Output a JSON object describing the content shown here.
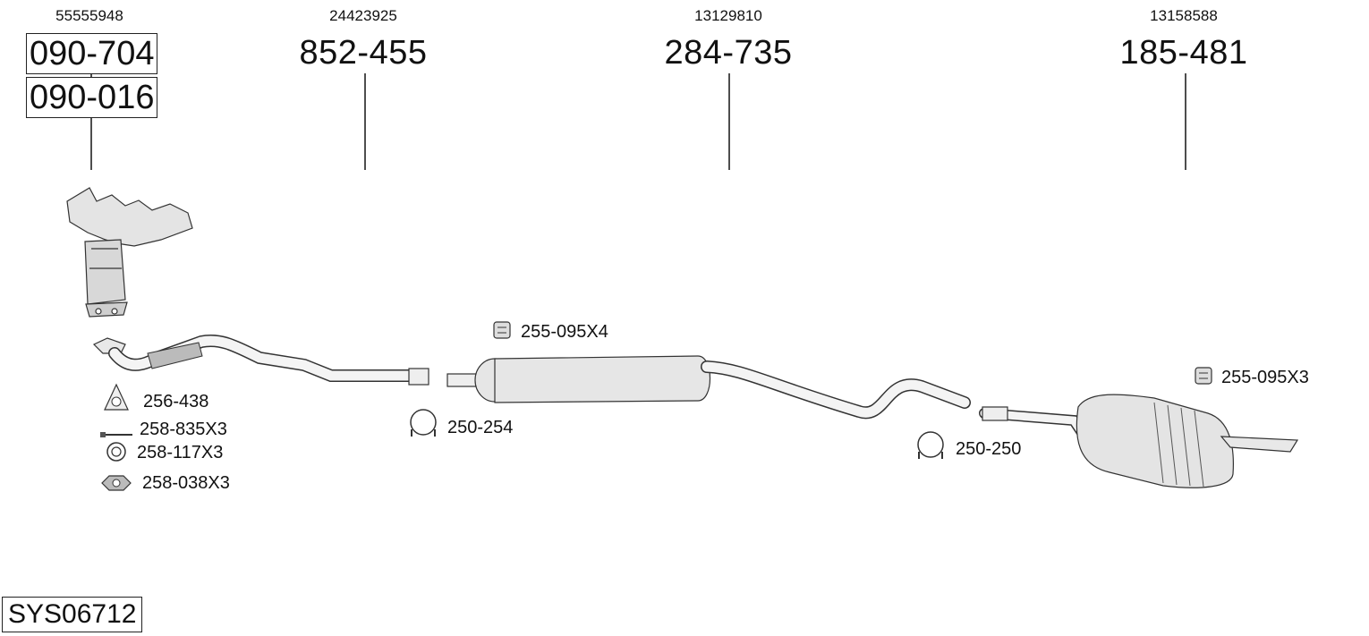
{
  "sections": [
    {
      "oem": "55555948",
      "parts": [
        "090-704",
        "090-016"
      ]
    },
    {
      "oem": "24423925",
      "part": "852-455"
    },
    {
      "oem": "13129810",
      "part": "284-735"
    },
    {
      "oem": "13158588",
      "part": "185-481"
    }
  ],
  "accessories": {
    "gasket": "256-438",
    "bolt": "258-835X3",
    "spring": "258-117X3",
    "nut": "258-038X3",
    "clamp_front": "250-254",
    "mount_middle": "255-095X4",
    "clamp_rear": "250-250",
    "mount_rear": "255-095X3"
  },
  "system_id": "SYS06712"
}
